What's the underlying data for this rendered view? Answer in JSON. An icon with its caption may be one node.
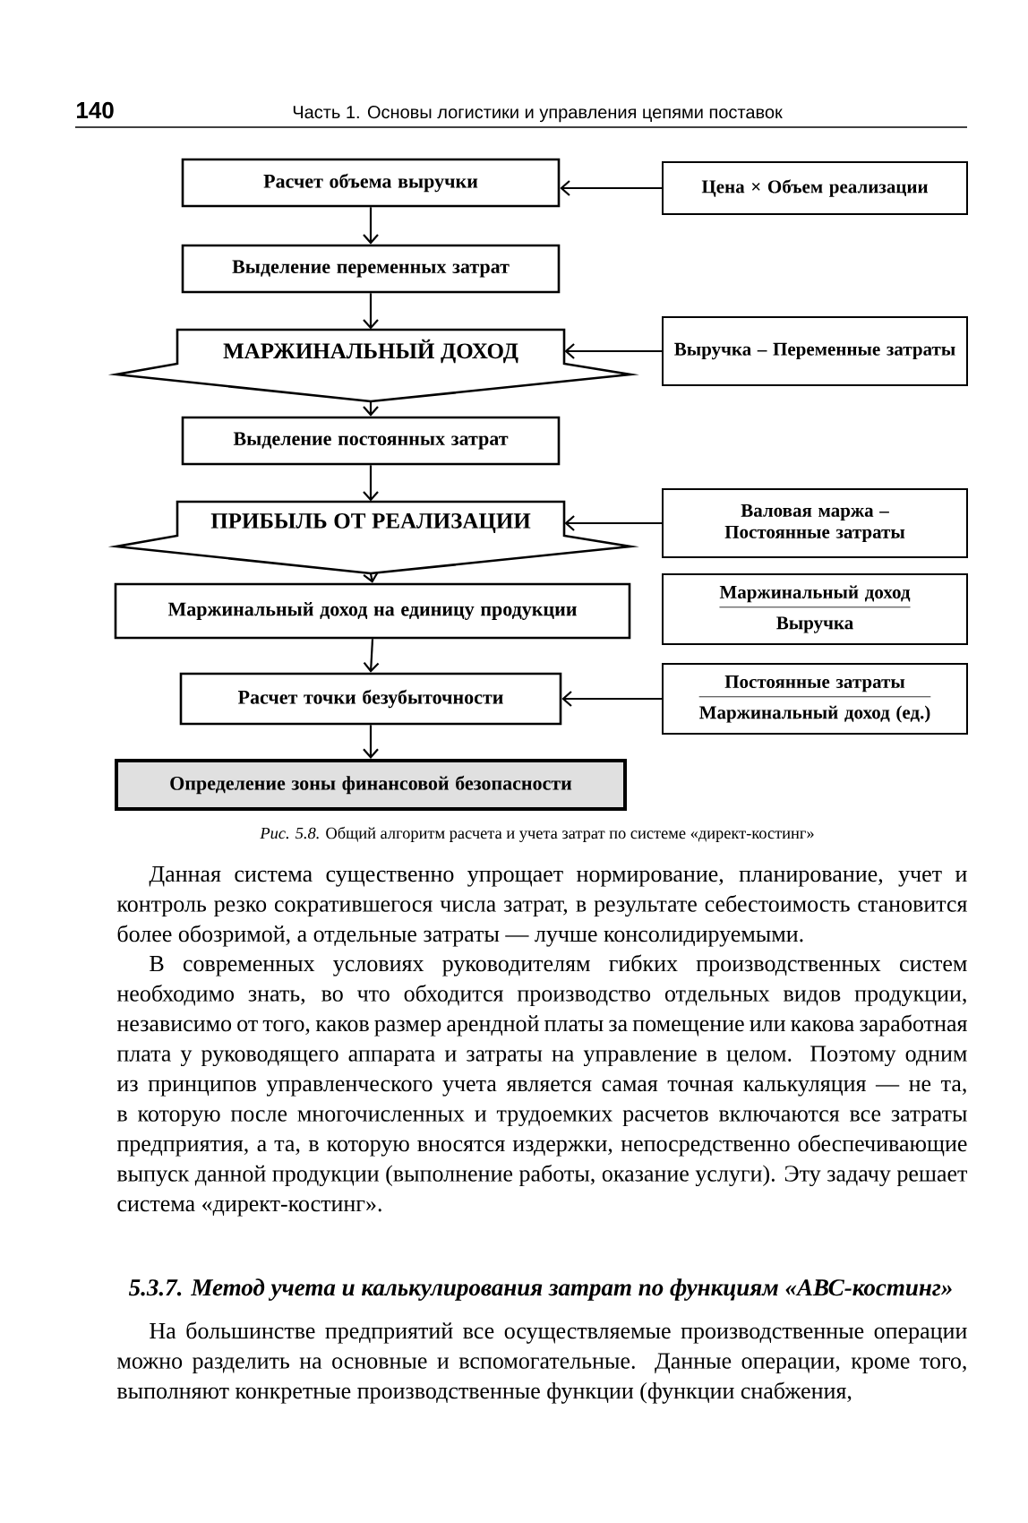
{
  "diagram": {
    "caption": "*Рис. 5.8.* Общий алгоритм расчета и учета затрат по системе «директ-костинг»",
    "nodes": [
      {
        "text": [
          "Расчет объема выручки"
        ]
      },
      {
        "text": [
          "Цена × Объем реализации"
        ]
      },
      {
        "text": [
          "Выделение переменных затрат"
        ]
      },
      {
        "text": [
          "МАРЖИНАЛЬНЫЙ ДОХОД"
        ]
      },
      {
        "text": [
          "Выручка – Переменные затраты"
        ]
      },
      {
        "text": [
          "Выделение постоянных затрат"
        ]
      },
      {
        "text": [
          "ПРИБЫЛЬ ОТ РЕАЛИЗАЦИИ"
        ]
      },
      {
        "text": [
          "Валовая маржа – Постоянные затраты"
        ]
      },
      {
        "text": [
          "Маржинальный доход на единицу продукции"
        ]
      },
      {
        "text": [
          "Маржинальный доход",
          "Выручка"
        ]
      },
      {
        "text": [
          "Расчет точки безубыточности"
        ]
      },
      {
        "text": [
          "Постоянные затраты",
          "Маржинальный доход (ед.)"
        ]
      },
      {
        "text": [
          "Определение зоны финансовой безопасности"
        ]
      }
    ],
    "edges": [
      {
        "from": 0,
        "to": 2,
        "arrow": "to"
      },
      {
        "from": 2,
        "to": 3,
        "arrow": "to"
      },
      {
        "from": 3,
        "to": 5,
        "arrow": "to"
      },
      {
        "from": 5,
        "to": 6,
        "arrow": "to"
      },
      {
        "from": 6,
        "to": 8,
        "arrow": "to"
      },
      {
        "from": 8,
        "to": 10,
        "arrow": "to"
      },
      {
        "from": 10,
        "to": 12,
        "arrow": "to"
      },
      {
        "from": 1,
        "to": 0,
        "arrow": "to"
      },
      {
        "from": 4,
        "to": 3,
        "arrow": "to"
      },
      {
        "from": 7,
        "to": 6,
        "arrow": "to"
      },
      {
        "from": 11,
        "to": 10,
        "arrow": "to"
      }
    ],
    "labels": [
      "140",
      "Часть 1. Основы логистики и управления цепями поставок",
      "Данная система существенно упрощает нормирование, планирование, учет и контроль резко сократившегося числа затрат, в результате себестоимость становится более обозримой, а отдельные затраты — лучше консолидируемыми.",
      "В современных условиях руководителям гибких производственных систем необходимо знать, во что обходится производство отдельных видов продукции, независимо от того, каков размер арендной платы за помещение или какова заработная плата у руководящего аппарата и затраты на управление в целом. Поэтому одним из принципов управленческого учета является самая точная калькуляция — не та, в которую после многочисленных и трудоемких расчетов включаются все затраты предприятия, а та, в которую вносятся издержки, непосредственно обеспечивающие выпуск данной продукции (выполнение работы, оказание услуги). Эту задачу решает система «директ-костинг».",
      "5.3.7. Метод учета и калькулирования затрат по функциям «АВС-костинг»",
      "На большинстве предприятий все осуществляемые производственные операции можно разделить на основные и вспомогательные. Данные операции, кроме того, выполняют конкретные производственные функции (функции снабжения,"
    ]
  }
}
